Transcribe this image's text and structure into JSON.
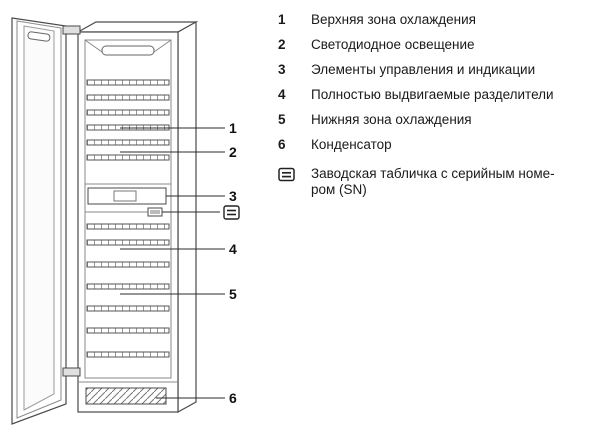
{
  "legend": {
    "items": [
      {
        "num": "1",
        "label": "Верхняя зона охлаждения"
      },
      {
        "num": "2",
        "label": "Светодиодное освещение"
      },
      {
        "num": "3",
        "label": "Элементы управления и индикации"
      },
      {
        "num": "4",
        "label": "Полностью выдвигаемые разделители"
      },
      {
        "num": "5",
        "label": "Нижняя зона охлаждения"
      },
      {
        "num": "6",
        "label": "Конденсатор"
      }
    ],
    "plate_item": {
      "line1": "Заводская табличка с серийным номе-",
      "line2": "ром (SN)"
    }
  },
  "diagram": {
    "callouts": [
      "1",
      "2",
      "3",
      "4",
      "5",
      "6"
    ]
  },
  "colors": {
    "line": "#4a4a4a",
    "text": "#1a1a1a",
    "background": "#ffffff"
  }
}
